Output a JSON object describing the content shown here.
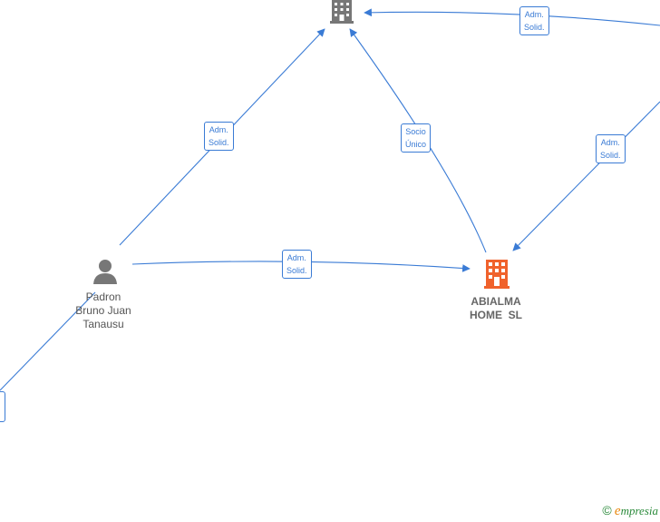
{
  "nodes": {
    "company_top": {
      "label": ""
    },
    "person": {
      "label_lines": [
        "Padron",
        "Bruno Juan",
        "Tanausu"
      ]
    },
    "company_main": {
      "label_lines": [
        "ABIALMA",
        "HOME  SL"
      ]
    }
  },
  "edges": [
    {
      "id": "top-right-to-top",
      "label_lines": [
        "Adm.",
        "Solid."
      ]
    },
    {
      "id": "person-to-top",
      "label_lines": [
        "Adm.",
        "Solid."
      ]
    },
    {
      "id": "main-to-top",
      "label_lines": [
        "Socio",
        "Único"
      ]
    },
    {
      "id": "right-to-main",
      "label_lines": [
        "Adm.",
        "Solid."
      ]
    },
    {
      "id": "person-to-main",
      "label_lines": [
        "Adm.",
        "Solid."
      ]
    },
    {
      "id": "offscreen-left",
      "label_lines": []
    }
  ],
  "colors": {
    "edge": "#3a7bd5",
    "company_icon": "#777777",
    "main_company_icon": "#f0622c",
    "person_icon": "#777777"
  },
  "watermark": {
    "symbol": "©",
    "brand_initial": "e",
    "brand_rest": "mpresia"
  }
}
